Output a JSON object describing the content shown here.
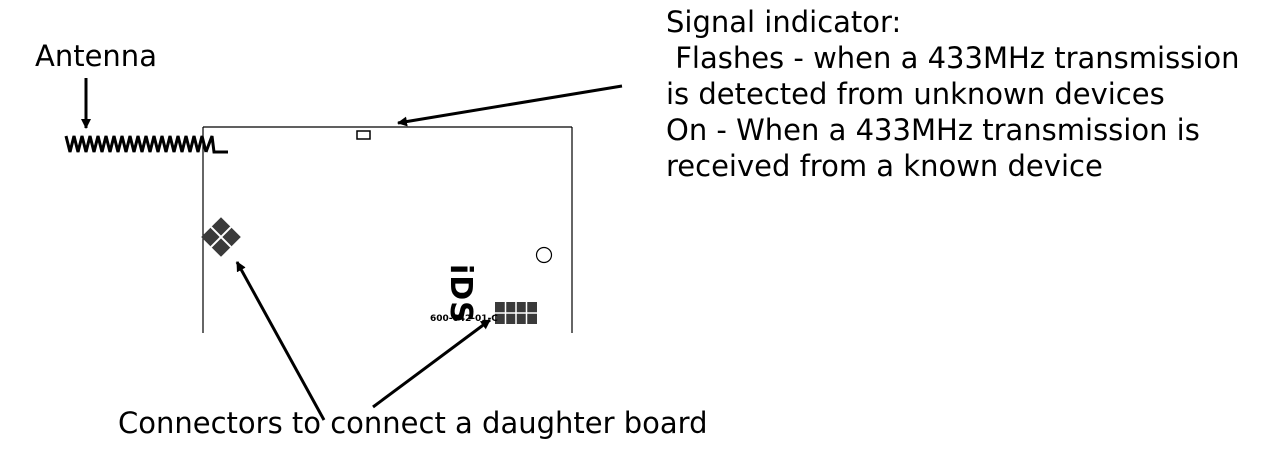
{
  "labels": {
    "antenna": "Antenna",
    "signal_indicator": [
      "Signal indicator:",
      " Flashes - when a 433MHz transmission",
      "is detected from unknown devices",
      "On - When a 433MHz transmission is",
      "received from a known device"
    ],
    "connectors": "Connectors to connect a daughter board"
  },
  "board": {
    "part_number": "600-642-01-C",
    "logo_text": "iDS"
  },
  "colors": {
    "ink": "#000000",
    "connector_fill": "#3a3a3a",
    "background": "#ffffff"
  }
}
